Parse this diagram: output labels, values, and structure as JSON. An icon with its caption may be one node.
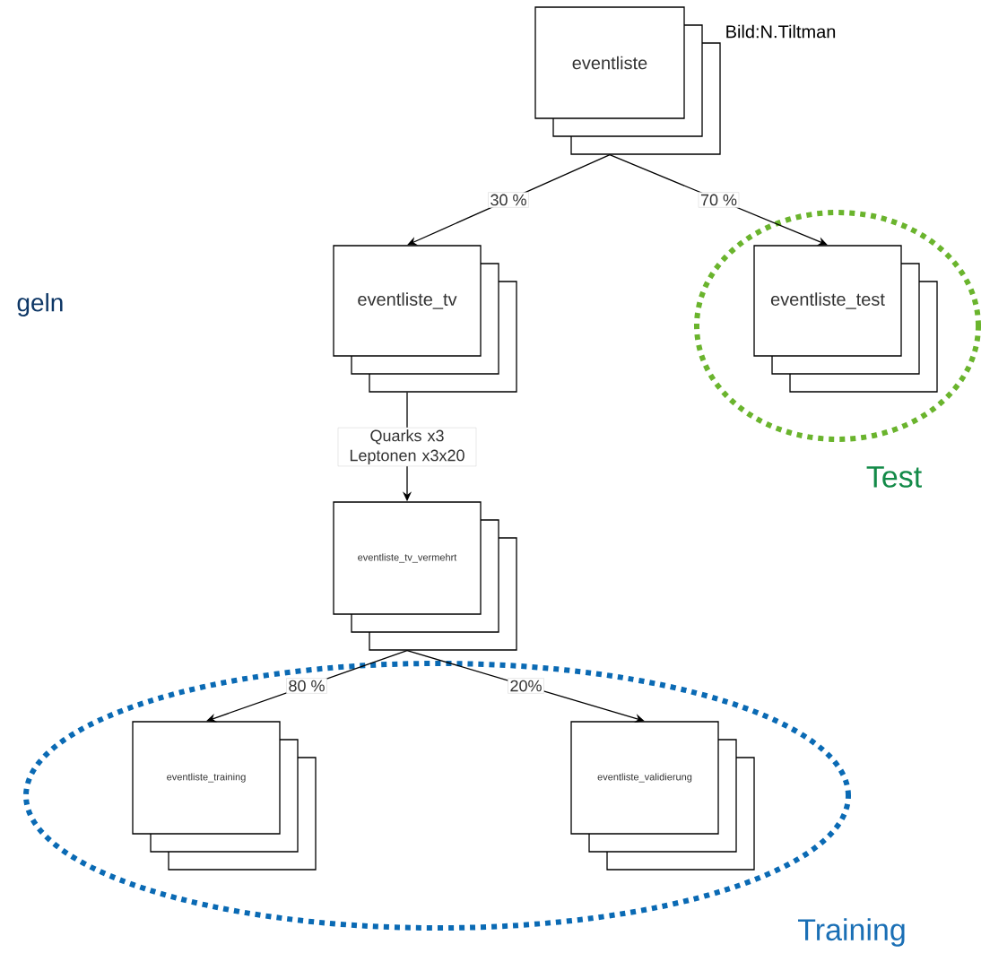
{
  "diagram": {
    "nodes": [
      {
        "text": [
          "eventliste"
        ]
      },
      {
        "text": [
          "eventliste_tv"
        ]
      },
      {
        "text": [
          "Test"
        ]
      },
      {
        "text": [
          "eventliste_test"
        ],
        "in": 2
      },
      {
        "text": [
          "eventliste_tv_vermehrt"
        ]
      },
      {
        "text": [
          "Training"
        ]
      },
      {
        "text": [
          "eventliste_training"
        ],
        "in": 5
      },
      {
        "text": [
          "eventliste_validierung"
        ],
        "in": 5
      }
    ],
    "edges": [
      {
        "from": 0,
        "to": 1,
        "arrow": "to",
        "label": "30 %"
      },
      {
        "from": 0,
        "to": 3,
        "arrow": "to",
        "label": "70 %"
      },
      {
        "from": 1,
        "to": 4,
        "arrow": "to",
        "label": "Quarks x3 Leptonen x3x20"
      },
      {
        "from": 4,
        "to": 6,
        "arrow": "to",
        "label": "80 %"
      },
      {
        "from": 4,
        "to": 7,
        "arrow": "to",
        "label": "20%"
      }
    ],
    "labels": [
      "Bild:N.Tiltman",
      "geln"
    ]
  }
}
